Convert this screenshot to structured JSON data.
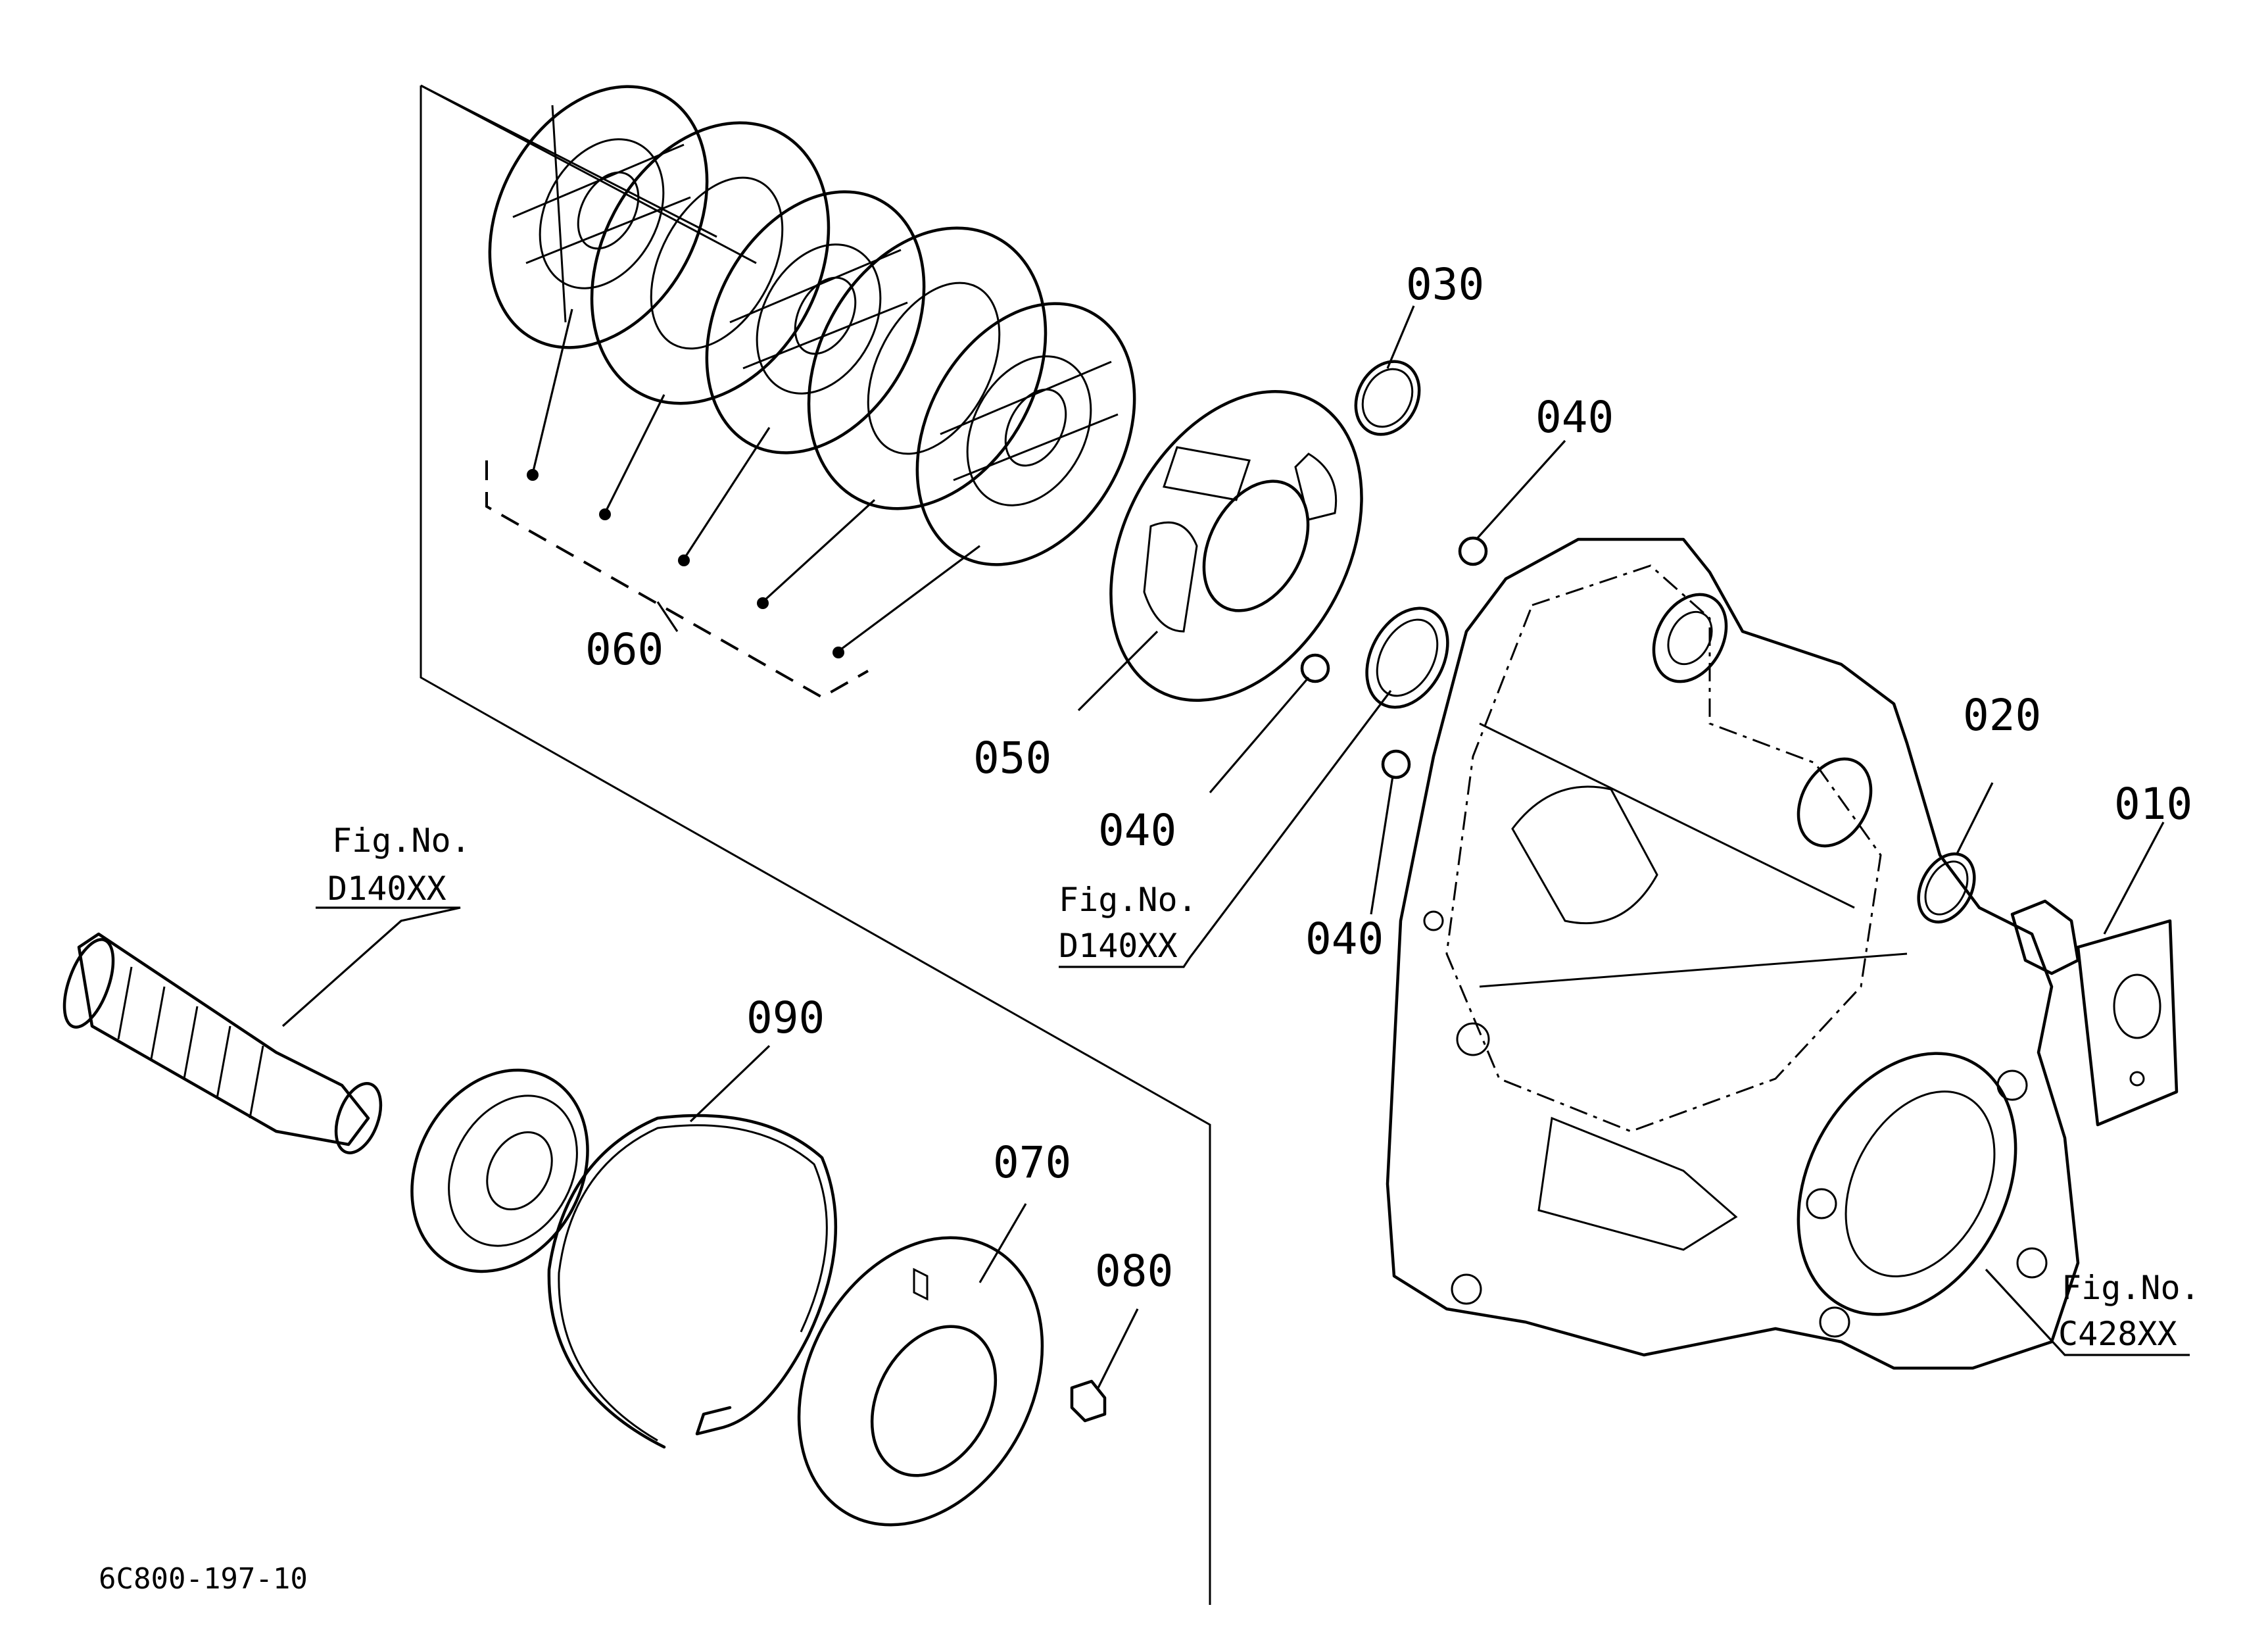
{
  "diagram_id": "6C800-197-10",
  "parts": [
    {
      "no": "010"
    },
    {
      "no": "020"
    },
    {
      "no": "030"
    },
    {
      "no": "040"
    },
    {
      "no": "050"
    },
    {
      "no": "060"
    },
    {
      "no": "070"
    },
    {
      "no": "080"
    },
    {
      "no": "090"
    }
  ],
  "labels_040": [
    "040",
    "040",
    "040"
  ],
  "figure_refs": [
    {
      "title": "Fig.No.",
      "code": "D140XX"
    },
    {
      "title": "Fig.No.",
      "code": "D140XX"
    },
    {
      "title": "Fig.No.",
      "code": "C428XX"
    }
  ]
}
